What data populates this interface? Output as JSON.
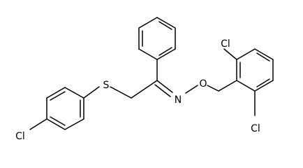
{
  "labels": {
    "cl_phenylthio": "Cl",
    "sulfur": "S",
    "nitrogen": "N",
    "oxygen": "O",
    "cl_benzyl_top": "Cl",
    "cl_benzyl_bottom": "Cl"
  }
}
